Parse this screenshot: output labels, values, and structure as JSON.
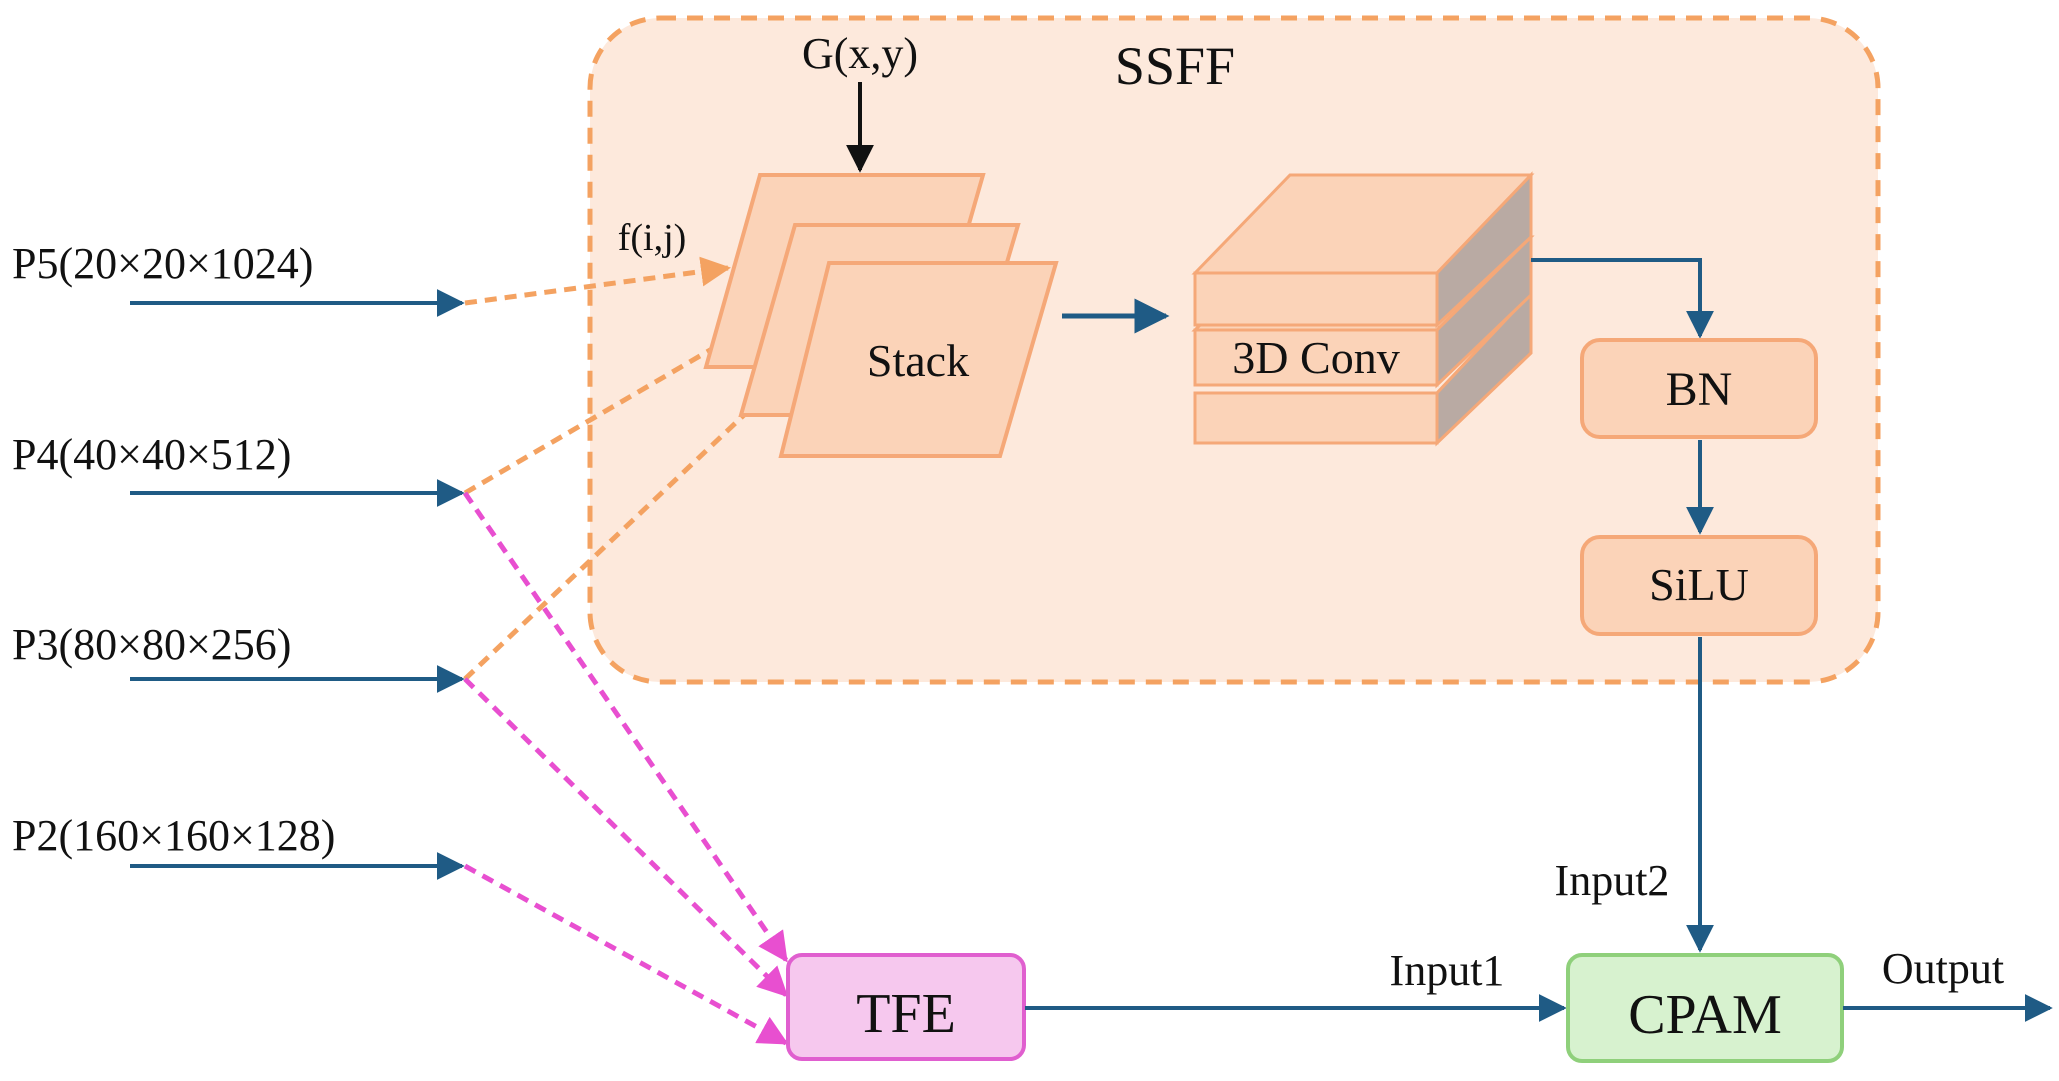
{
  "title": "SSFF",
  "inputs": [
    {
      "label": "P5(20×20×1024)"
    },
    {
      "label": "P4(40×40×512)"
    },
    {
      "label": "P3(80×80×256)"
    },
    {
      "label": "P2(160×160×128)"
    }
  ],
  "top_input": "G(x,y)",
  "feature_label": "f(i,j)",
  "stack_label": "Stack",
  "conv_label": "3D Conv",
  "bn_label": "BN",
  "silu_label": "SiLU",
  "tfe_label": "TFE",
  "cpam_label": "CPAM",
  "input1_label": "Input1",
  "input2_label": "Input2",
  "output_label": "Output",
  "colors": {
    "blue_arrow": "#1f5b85",
    "orange_dashed": "#f4a261",
    "magenta_dashed": "#e84fd0",
    "ssff_fill": "#fde9dc",
    "block_fill": "#fbd3b8",
    "block_stroke": "#f5a878",
    "tfe_fill": "#f6c8ee",
    "tfe_stroke": "#e05fcf",
    "cpam_fill": "#d7f2cf",
    "cpam_stroke": "#8fd07b"
  }
}
